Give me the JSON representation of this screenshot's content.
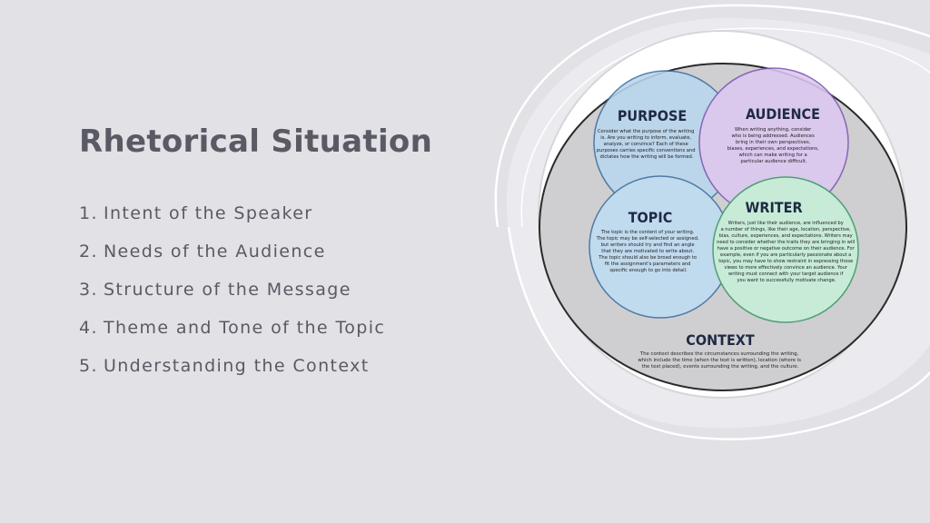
{
  "slide": {
    "title": "Rhetorical Situation",
    "points": [
      {
        "num": "1.",
        "text": "Intent of the Speaker"
      },
      {
        "num": "2.",
        "text": "Needs of the Audience"
      },
      {
        "num": "3.",
        "text": "Structure of the Message"
      },
      {
        "num": "4.",
        "text": "Theme and Tone of the Topic"
      },
      {
        "num": "5.",
        "text": "Understanding the Context"
      }
    ]
  },
  "diagram": {
    "purpose": {
      "title": "PURPOSE",
      "lines": [
        "Consider what the purpose of the writing",
        "is. Are you writing to inform, evaluate,",
        "analyze, or convince? Each of these",
        "purposes carries specific conventions and",
        "dictates how the writing will be formed."
      ]
    },
    "audience": {
      "title": "AUDIENCE",
      "lines": [
        "When writing anything, consider",
        "who is being addressed. Audiences",
        "bring in their own perspectives,",
        "biases, experiences, and expectations,",
        "which can make writing for a",
        "particular audience difficult."
      ]
    },
    "topic": {
      "title": "TOPIC",
      "lines": [
        "The topic is the content of your writing.",
        "The topic may be self-selected or assigned,",
        "but writers should try and find an angle",
        "that they are motivated to write about.",
        "The topic should also be broad enough to",
        "fit the assignment's parameters and",
        "specific enough to go into detail."
      ]
    },
    "writer": {
      "title": "WRITER",
      "lines": [
        "Writers, just like their audience, are influenced by",
        "a number of things, like their age, location, perspective,",
        "bias, culture, experiences, and expectations. Writers may",
        "need to consider whether the traits they are bringing in will",
        "have a positive or negative outcome on their audience. For",
        "example, even if you are particularly passionate about a",
        "topic, you may have to show restraint in expressing those",
        "views to more effectively convince an audience. Your",
        "writing must connect with your target audience if",
        "you want to successfully motivate change."
      ]
    },
    "context": {
      "title": "CONTEXT",
      "lines": [
        "The context describes the circumstances surrounding the writing,",
        "which include the time (when the text is written), location (where is",
        "the text placed), events surrounding the writing, and the culture."
      ]
    },
    "colors": {
      "purpose": "#b9d6ee",
      "audience": "#dcc8f1",
      "topic": "#bfdcf3",
      "writer": "#c7efd8",
      "context": "#cfcfd1"
    }
  }
}
